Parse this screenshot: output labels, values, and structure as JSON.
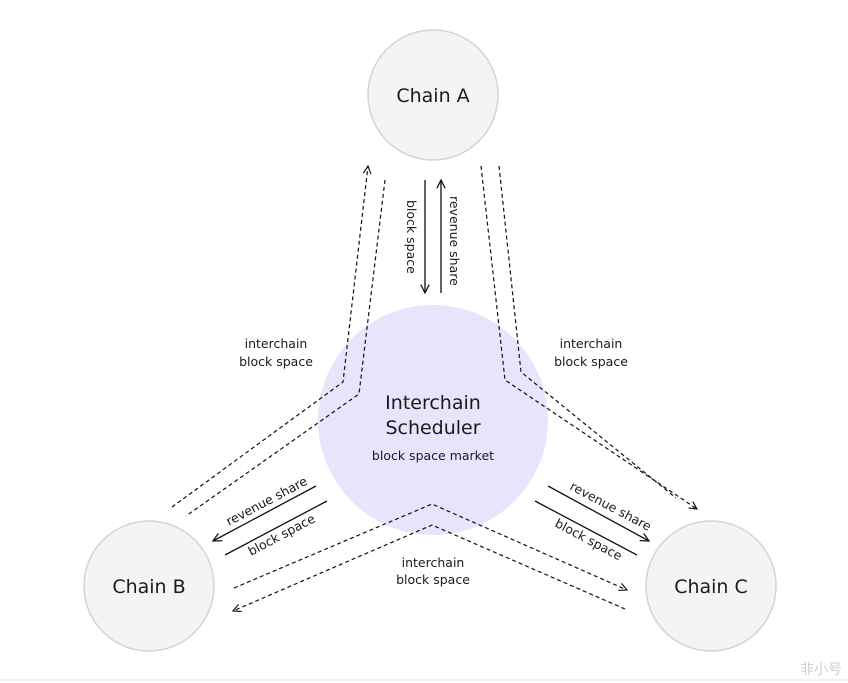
{
  "nodes": {
    "chain_a": "Chain A",
    "chain_b": "Chain B",
    "chain_c": "Chain C"
  },
  "center": {
    "title_line1": "Interchain",
    "title_line2": "Scheduler",
    "subtitle": "block space market"
  },
  "edges": {
    "a_block_space": "block space",
    "a_revenue_share": "revenue share",
    "b_revenue_share": "revenue share",
    "b_block_space": "block space",
    "c_revenue_share": "revenue share",
    "c_block_space": "block space",
    "ab_interchain_line1": "interchain",
    "ab_interchain_line2": "block space",
    "ac_interchain_line1": "interchain",
    "ac_interchain_line2": "block space",
    "bc_interchain_line1": "interchain",
    "bc_interchain_line2": "block space"
  },
  "colors": {
    "chain_fill": "#f4f4f4",
    "chain_stroke": "#d4d4d4",
    "scheduler_fill": "#e8e4fb"
  },
  "watermark": "非小号"
}
